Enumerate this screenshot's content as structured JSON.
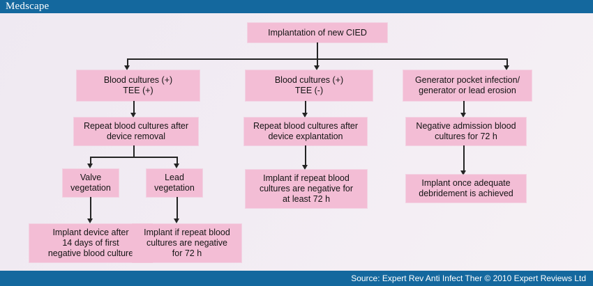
{
  "header": {
    "brand": "Medscape",
    "brand_color": "#14689e"
  },
  "footer": {
    "source": "Source: Expert Rev Anti Infect Ther © 2010 Expert Reviews Ltd",
    "bar_color": "#14689e"
  },
  "theme": {
    "node_fill": "#f3bdd5",
    "background": "#f1ecf3",
    "connector": "#242424",
    "text": "#141414"
  },
  "chart_data": {
    "type": "diagram",
    "title": "Implantation of new CIED algorithm",
    "nodes": [
      {
        "id": "root",
        "label": "Implantation of new CIED"
      },
      {
        "id": "branch-left",
        "label": "Blood cultures (+)\nTEE (+)"
      },
      {
        "id": "branch-mid",
        "label": "Blood cultures (+)\nTEE (-)"
      },
      {
        "id": "branch-right",
        "label": "Generator pocket infection/\ngenerator or lead erosion"
      },
      {
        "id": "left-2",
        "label": "Repeat blood cultures after\ndevice removal"
      },
      {
        "id": "mid-2",
        "label": "Repeat blood cultures after\ndevice explantation"
      },
      {
        "id": "right-2",
        "label": "Negative admission blood\ncultures for 72 h"
      },
      {
        "id": "valve",
        "label": "Valve\nvegetation"
      },
      {
        "id": "lead",
        "label": "Lead\nvegetation"
      },
      {
        "id": "mid-3",
        "label": "Implant if repeat blood\ncultures are negative for\nat least 72 h"
      },
      {
        "id": "right-3",
        "label": "Implant once adequate\ndebridement is achieved"
      },
      {
        "id": "valve-out",
        "label": "Implant device after\n14 days of first\nnegative blood culture"
      },
      {
        "id": "lead-out",
        "label": "Implant if repeat blood\ncultures are negative\nfor 72 h"
      }
    ],
    "edges": [
      {
        "from": "root",
        "to": "branch-left"
      },
      {
        "from": "root",
        "to": "branch-mid"
      },
      {
        "from": "root",
        "to": "branch-right"
      },
      {
        "from": "branch-left",
        "to": "left-2"
      },
      {
        "from": "branch-mid",
        "to": "mid-2"
      },
      {
        "from": "branch-right",
        "to": "right-2"
      },
      {
        "from": "left-2",
        "to": "valve"
      },
      {
        "from": "left-2",
        "to": "lead"
      },
      {
        "from": "mid-2",
        "to": "mid-3"
      },
      {
        "from": "right-2",
        "to": "right-3"
      },
      {
        "from": "valve",
        "to": "valve-out"
      },
      {
        "from": "lead",
        "to": "lead-out"
      }
    ]
  },
  "diagram": {
    "root": "Implantation of new CIED",
    "branch_left": "Blood cultures (+)\nTEE (+)",
    "branch_mid": "Blood cultures (+)\nTEE (-)",
    "branch_right": "Generator pocket infection/\ngenerator or lead erosion",
    "left_2": "Repeat blood cultures after\ndevice removal",
    "mid_2": "Repeat blood cultures after\ndevice explantation",
    "right_2": "Negative admission blood\ncultures for 72 h",
    "valve": "Valve\nvegetation",
    "lead": "Lead\nvegetation",
    "mid_3": "Implant if repeat blood\ncultures are negative for\nat least 72 h",
    "right_3": "Implant once adequate\ndebridement is achieved",
    "valve_out": "Implant device after\n14 days of first\nnegative blood culture",
    "lead_out": "Implant if repeat blood\ncultures are negative\nfor 72 h"
  }
}
